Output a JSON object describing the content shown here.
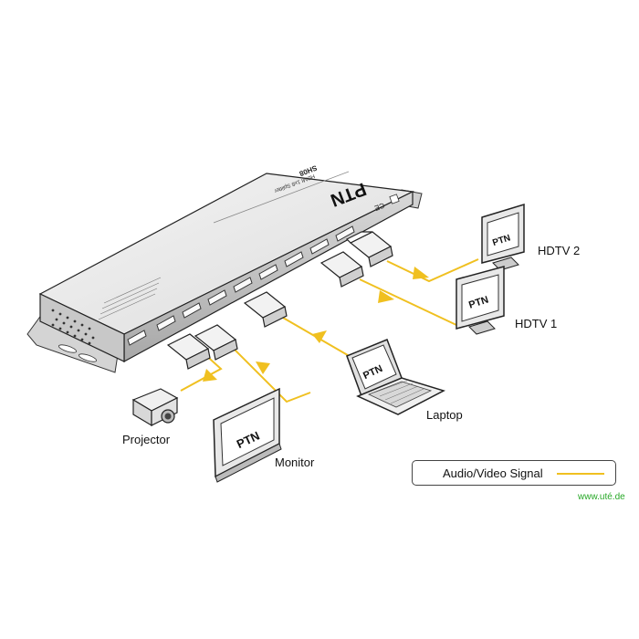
{
  "brand_logo": "PTN",
  "device_text": {
    "model": "SH08",
    "subtitle": "HDMI 1x8 Splitter",
    "ce_mark": "CE"
  },
  "devices": {
    "hdtv2": "HDTV 2",
    "hdtv1": "HDTV 1",
    "laptop": "Laptop",
    "projector": "Projector",
    "monitor": "Monitor"
  },
  "legend": {
    "label": "Audio/Video Signal",
    "color": "#f0c020"
  },
  "watermark": "www.uté.de",
  "colors": {
    "signal": "#f0c020",
    "outline": "#222222",
    "body_light": "#ececec",
    "body_dark": "#b8b8b8"
  }
}
